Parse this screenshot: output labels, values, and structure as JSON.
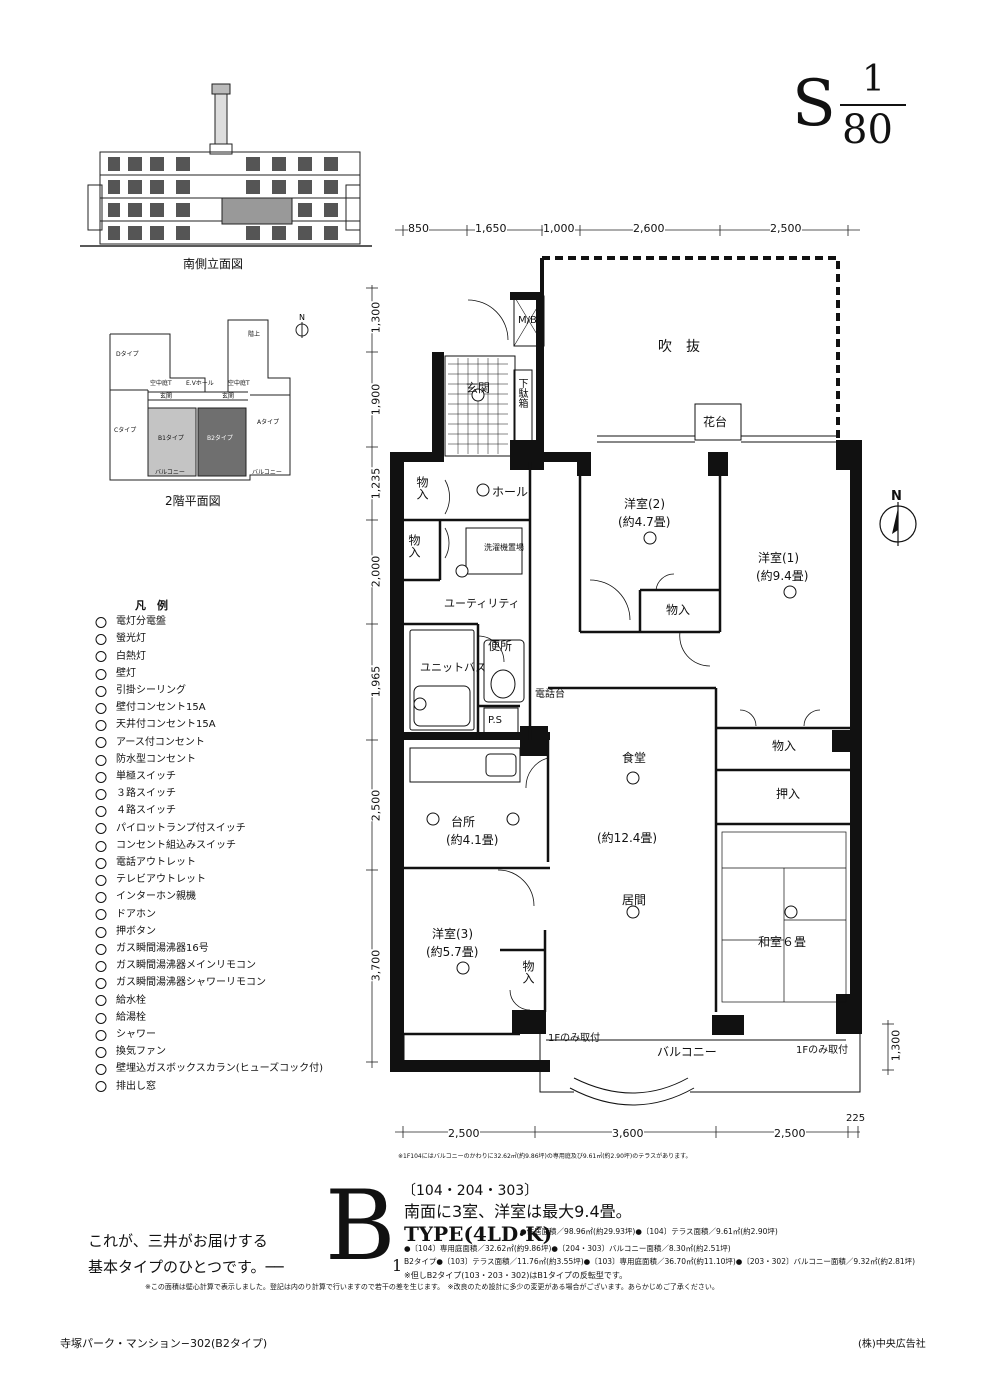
{
  "scale": {
    "letter": "S",
    "numerator": "1",
    "denominator": "80"
  },
  "elevation": {
    "caption": "南側立面図"
  },
  "keyplan": {
    "caption": "2階平面図",
    "labels": [
      "Dタイプ",
      "Cタイプ",
      "B1タイプ",
      "B2タイプ",
      "Aタイプ",
      "E.Vホール",
      "空中庭T",
      "空中庭T",
      "玄関",
      "玄関",
      "バルコニー",
      "バルコニー",
      "階上"
    ]
  },
  "legend": {
    "title": "凡　例",
    "items": [
      "電灯分電盤",
      "螢光灯",
      "白熱灯",
      "壁灯",
      "引掛シーリング",
      "壁付コンセント15A",
      "天井付コンセント15A",
      "アース付コンセント",
      "防水型コンセント",
      "単極スイッチ",
      "３路スイッチ",
      "４路スイッチ",
      "パイロットランプ付スイッチ",
      "コンセント組込みスイッチ",
      "電話アウトレット",
      "テレビアウトレット",
      "インターホン親機",
      "ドアホン",
      "押ボタン",
      "ガス瞬間湯沸器16号",
      "ガス瞬間湯沸器メインリモコン",
      "ガス瞬間湯沸器シャワーリモコン",
      "給水栓",
      "給湯栓",
      "シャワー",
      "換気ファン",
      "壁埋込ガスボックスカラン(ヒューズコック付)",
      "排出し窓"
    ]
  },
  "dimensions": {
    "top": [
      "850",
      "1,650",
      "1,000",
      "2,600",
      "2,500"
    ],
    "left": [
      "1,300",
      "1,900",
      "1,235",
      "2,000",
      "1,965",
      "2,500",
      "3,700"
    ],
    "bottom": [
      "2,500",
      "3,600",
      "2,500"
    ],
    "right": [
      "1,300"
    ],
    "corner": "225"
  },
  "rooms": {
    "fukinuke": "吹　抜",
    "kadai": "花台",
    "genkan": "玄関",
    "getabako": "下駄箱",
    "mb": "M/B",
    "hall": "ホール",
    "monoire_hall": "物入",
    "monoire_util": "物入",
    "utility": "ユーティリティ",
    "washer": "洗濯機置場",
    "unit_bath": "ユニットバス",
    "benjo": "便所",
    "ps": "P.S",
    "denwadai": "電話台",
    "yoshitsu2": "洋室(2)",
    "yoshitsu2_size": "(約4.7畳)",
    "monoire_y2": "物入",
    "yoshitsu1": "洋室(1)",
    "yoshitsu1_size": "(約9.4畳)",
    "monoire_main": "物入",
    "oshiire": "押入",
    "shokudo": "食堂",
    "ima_size": "(約12.4畳)",
    "ima": "居間",
    "daidokoro": "台所",
    "daidokoro_size": "(約4.1畳)",
    "yoshitsu3": "洋室(3)",
    "yoshitsu3_size": "(約5.7畳)",
    "monoire_y3": "物入",
    "washitsu": "和室６畳",
    "balcony": "バルコニー",
    "balcony_left_note": "1Fのみ取付",
    "balcony_right_note": "1Fのみ取付"
  },
  "north_label": "N",
  "footnote_plan": "※1F104にはバルコニーのかわりに32.62㎡(約9.86坪)の専用庭及び9.61㎡(約2.90坪)のテラスがあります。",
  "tagline": {
    "line1": "これが、三井がお届けする",
    "line2": "基本タイプのひとつです。──"
  },
  "type": {
    "big_letter": "B",
    "subscript": "1",
    "units": "〔104・204・303〕",
    "headline": "南面に3室、洋室は最大9.4畳。",
    "type_name": "TYPE(4LD·K)",
    "spec1": "●住居面積／98.96㎡(約29.93坪)●〔104〕テラス面積／9.61㎡(約2.90坪)",
    "spec2": "●〔104〕専用庭面積／32.62㎡(約9.86坪)●〔204・303〕バルコニー面積／8.30㎡(約2.51坪)",
    "spec3": "B2タイプ●〔103〕テラス面積／11.76㎡(約3.55坪)●〔103〕専用庭面積／36.70㎡(約11.10坪)●〔203・302〕バルコニー面積／9.32㎡(約2.81坪)",
    "spec4": "※但しB2タイプ(103・203・302)はB1タイプの反転型です。",
    "note": "※この面積は壁心計算で表示しました。登記は内のり計算で行いますので若干の差を生じます。　※改良のため設計に多少の変更がある場合がございます。あらかじめご了承ください。"
  },
  "footer": {
    "left": "寺塚パーク・マンション−302(B2タイプ)",
    "right": "(株)中央広告社"
  }
}
